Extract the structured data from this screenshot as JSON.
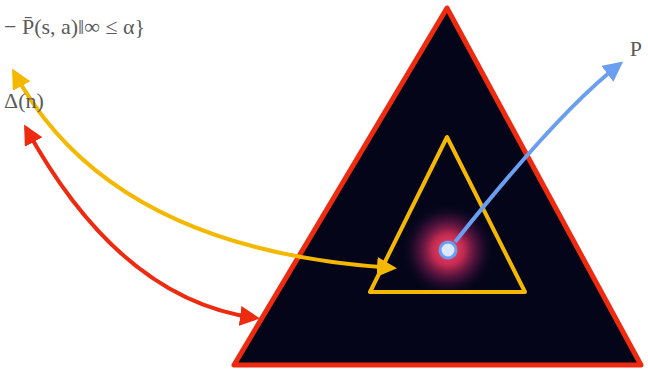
{
  "diagram": {
    "labels": [
      "− P̄(s, a)‖∞ ≤ α}",
      "Δ(n)",
      "P"
    ]
  }
}
